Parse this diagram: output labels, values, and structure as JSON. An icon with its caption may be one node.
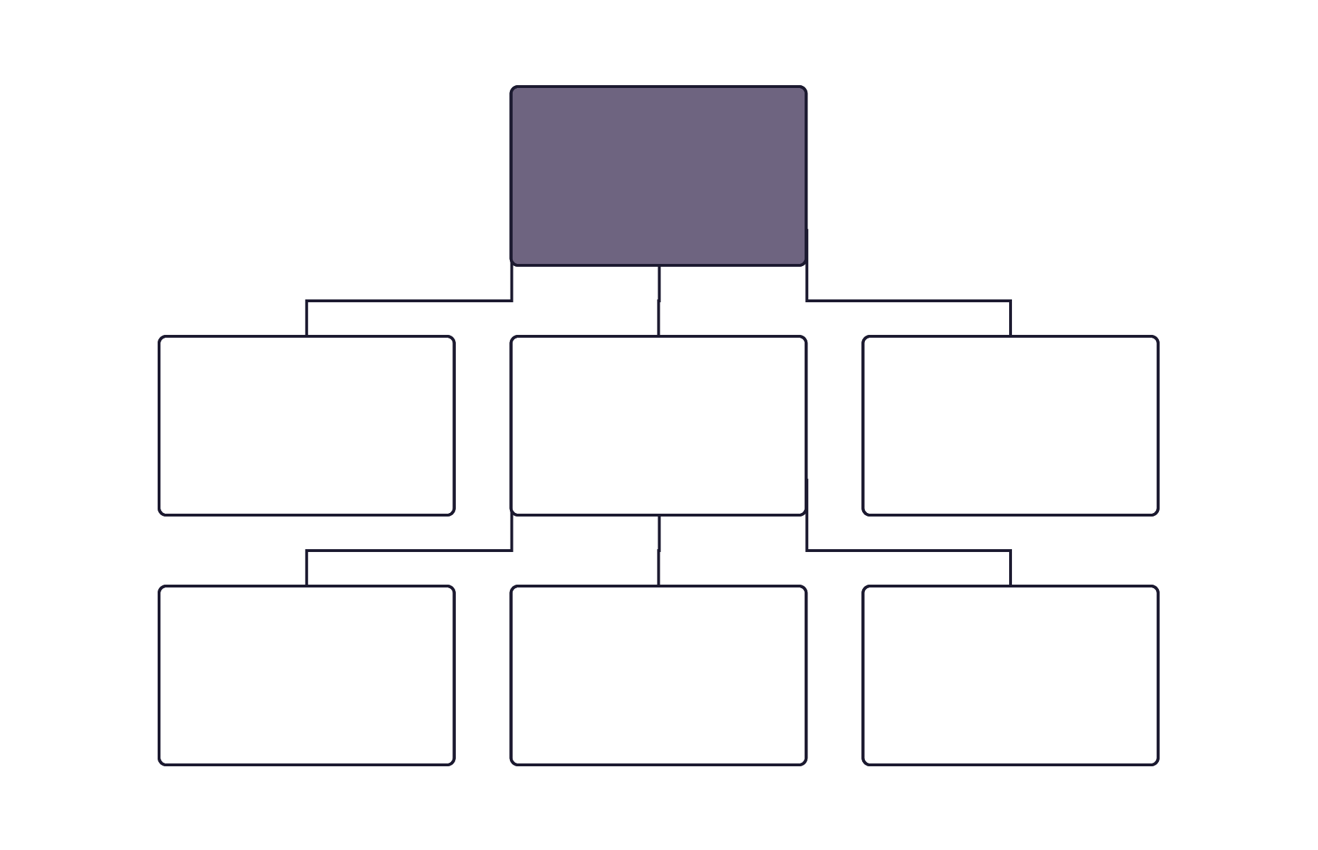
{
  "diagram": {
    "nodes": [
      {
        "text": [],
        "shape": "box"
      },
      {
        "text": [],
        "shape": "box"
      },
      {
        "text": [],
        "shape": "box"
      },
      {
        "text": [],
        "shape": "box"
      },
      {
        "text": [],
        "shape": "box"
      },
      {
        "text": [],
        "shape": "box"
      },
      {
        "text": [],
        "shape": "box"
      }
    ],
    "edges": [
      {
        "from": 0,
        "to": 1,
        "arrow": "none"
      },
      {
        "from": 0,
        "to": 2,
        "arrow": "none"
      },
      {
        "from": 0,
        "to": 3,
        "arrow": "none"
      },
      {
        "from": 2,
        "to": 4,
        "arrow": "none"
      },
      {
        "from": 2,
        "to": 5,
        "arrow": "none"
      },
      {
        "from": 2,
        "to": 6,
        "arrow": "none"
      }
    ]
  }
}
